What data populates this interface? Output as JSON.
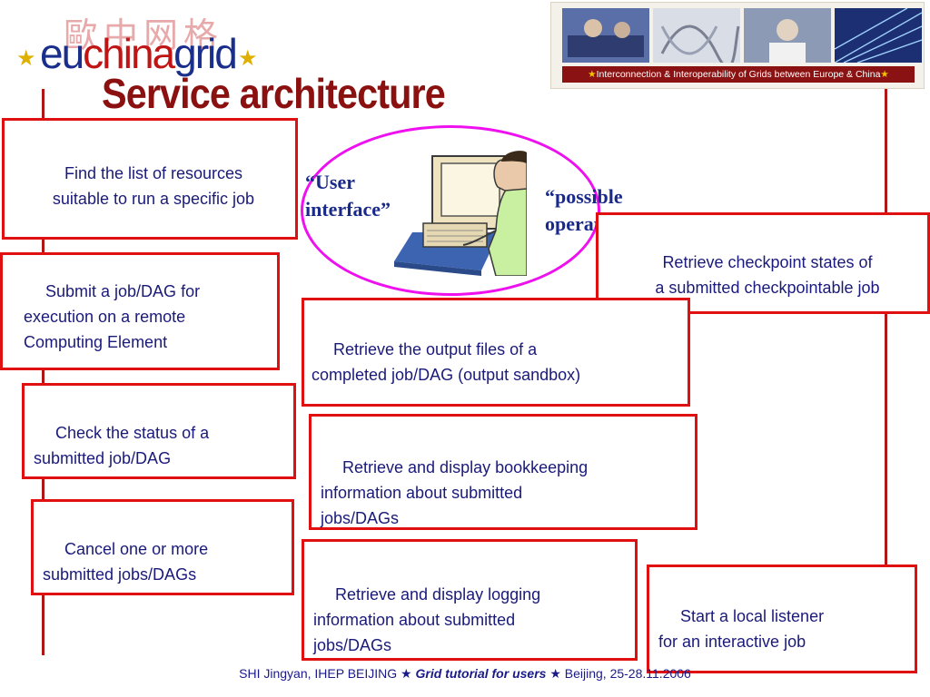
{
  "header": {
    "logo_cn": "歐中网格",
    "logo_eu": "eu",
    "logo_china": "china",
    "logo_grid": "grid",
    "title": "Service architecture",
    "banner_caption": "Interconnection & Interoperability of Grids between Europe & China"
  },
  "center": {
    "user_interface_label": "“User\ninterface”",
    "possible_operations_label": "“possible\noperations”"
  },
  "boxes": [
    {
      "text": "Find the list of resources\nsuitable to run a specific job"
    },
    {
      "text": "Submit a job/DAG for\nexecution on a remote\nComputing Element"
    },
    {
      "text": "Check the status of a\nsubmitted job/DAG"
    },
    {
      "text": "Cancel one or more\nsubmitted jobs/DAGs"
    },
    {
      "text": "Retrieve checkpoint states of\na submitted checkpointable job"
    },
    {
      "text": "Retrieve the output files of a\ncompleted job/DAG (output sandbox)"
    },
    {
      "text": "Retrieve and display bookkeeping\ninformation about submitted\njobs/DAGs"
    },
    {
      "text": "Retrieve and display logging\ninformation about submitted\njobs/DAGs"
    },
    {
      "text": "Start a local listener\nfor an interactive job"
    }
  ],
  "footer": {
    "author": "SHI Jingyan, IHEP BEIJING ★",
    "event": "Grid tutorial for users",
    "place_date": "★ Beijing, 25-28.11.2006"
  },
  "colors": {
    "box_border": "#e01010",
    "ellipse": "#ee10ee",
    "title": "#8b1010",
    "text": "#1a1a7a"
  },
  "icons": [
    "star-icon",
    "user-at-computer-icon"
  ]
}
